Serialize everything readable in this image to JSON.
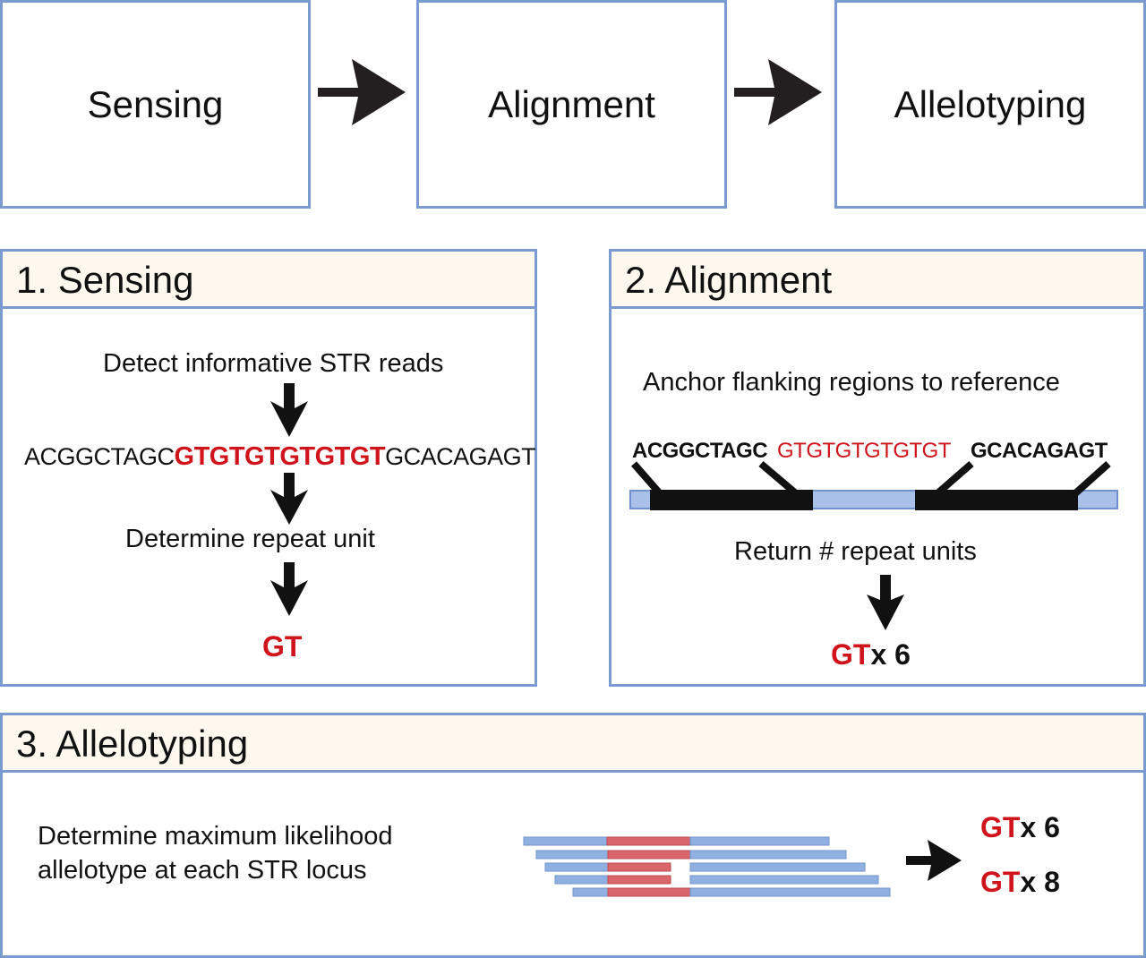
{
  "pipeline": {
    "stages": [
      {
        "label": "Sensing"
      },
      {
        "label": "Alignment"
      },
      {
        "label": "Allelotyping"
      }
    ]
  },
  "panels": {
    "sensing": {
      "title": "1. Sensing",
      "step1": "Detect informative STR reads",
      "sequence": {
        "left_flank": "ACGGCTAGC",
        "repeat": "GTGTGTGTGTGT",
        "right_flank": "GCACAGAGT"
      },
      "step2": "Determine repeat unit",
      "result": "GT"
    },
    "alignment": {
      "title": "2. Alignment",
      "step1": "Anchor flanking regions to reference",
      "sequence": {
        "left_flank": "ACGGCTAGC",
        "repeat": "GTGTGTGTGTGT",
        "right_flank": "GCACAGAGT"
      },
      "step2": "Return # repeat units",
      "result_unit": "GT",
      "result_count": "x 6"
    },
    "allelotyping": {
      "title": "3. Allelotyping",
      "description_line1": "Determine maximum likelihood",
      "description_line2": "allelotype at each STR locus",
      "alleles": [
        {
          "unit": "GT",
          "count": "x 6"
        },
        {
          "unit": "GT",
          "count": "x 8"
        }
      ]
    }
  },
  "colors": {
    "border": "#7a9bd0",
    "header_bg": "#fff8ef",
    "repeat_red": "#d0141b",
    "read_blue": "#8fb0e0",
    "read_red": "#d9666a"
  }
}
